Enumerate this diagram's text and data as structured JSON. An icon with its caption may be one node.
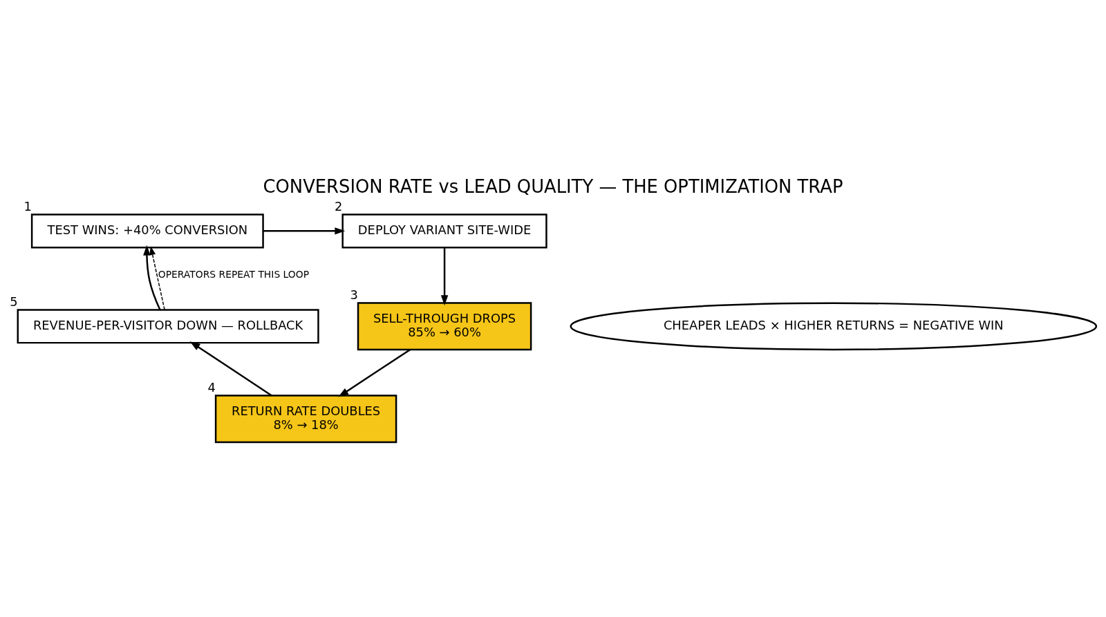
{
  "diagram": {
    "title": "CONVERSION RATE vs LEAD QUALITY — THE OPTIMIZATION TRAP",
    "nodes": [
      {
        "text": [
          "TEST WINS: +40% CONVERSION"
        ],
        "beside": [
          "1"
        ]
      },
      {
        "text": [
          "DEPLOY VARIANT SITE-WIDE"
        ],
        "beside": [
          "2"
        ]
      },
      {
        "text": [
          "SELL-THROUGH DROPS",
          "85% → 60%"
        ],
        "beside": [
          "3"
        ]
      },
      {
        "text": [
          "RETURN RATE DOUBLES",
          "8% → 18%"
        ],
        "beside": [
          "4"
        ]
      },
      {
        "text": [
          "REVENUE-PER-VISITOR DOWN — ROLLBACK"
        ],
        "beside": [
          "5"
        ]
      },
      {
        "text": [
          "CHEAPER LEADS × HIGHER RETURNS = NEGATIVE WIN"
        ]
      }
    ],
    "edges": [
      {
        "from": 0,
        "to": 1,
        "arrow": "to"
      },
      {
        "from": 1,
        "to": 2,
        "arrow": "to"
      },
      {
        "from": 2,
        "to": 3,
        "arrow": "to"
      },
      {
        "from": 3,
        "to": 4,
        "arrow": "to"
      },
      {
        "from": 4,
        "to": 0,
        "arrow": "to"
      },
      {
        "from": 4,
        "to": 0,
        "arrow": "to",
        "style": "dashed",
        "label": "OPERATORS REPEAT THIS LOOP"
      }
    ]
  }
}
